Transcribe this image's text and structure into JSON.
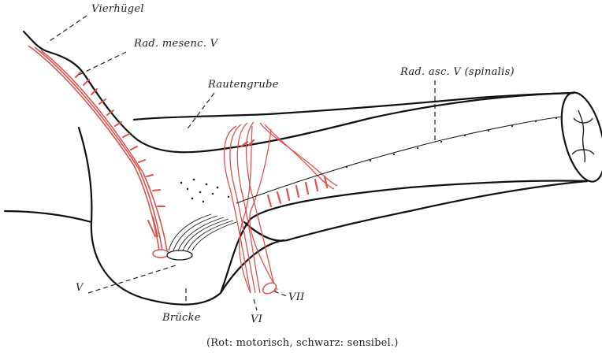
{
  "labels": {
    "vierhuegel": "Vierhügel",
    "rad_mesenc": "Rad. mesenc. V",
    "rautengrube": "Rautengrube",
    "rad_asc": "Rad. asc. V (spinalis)",
    "nerve_v": "V",
    "bruecke": "Brücke",
    "nerve_vi": "VI",
    "nerve_vii": "VII"
  },
  "caption": "(Rot: motorisch, schwarz: sensibel.)",
  "colors": {
    "motor": "#d9534f",
    "sensory": "#1a1a1a",
    "outline": "#111111",
    "background": "#ffffff"
  }
}
